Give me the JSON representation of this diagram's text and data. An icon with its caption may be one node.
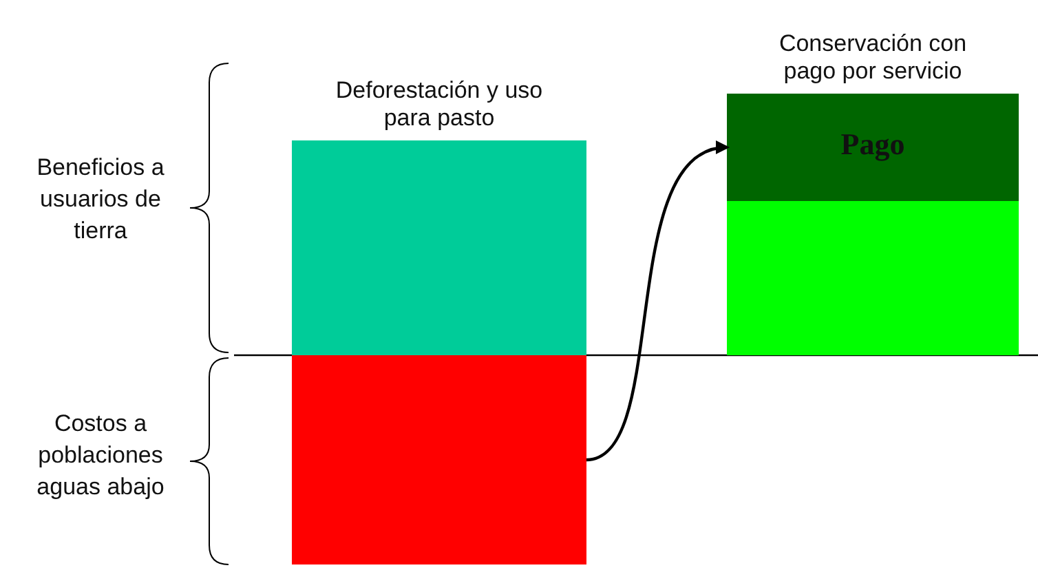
{
  "diagram": {
    "nodes": [
      {
        "text": [
          "Deforestación y uso para pasto"
        ]
      },
      {
        "text": [],
        "shape": "box"
      },
      {
        "text": [
          "Conservación con pago por servicio"
        ]
      },
      {
        "text": [
          "Pago"
        ],
        "in": 2
      }
    ],
    "edges": [
      {
        "from": 1,
        "to": 3,
        "arrow": "to"
      }
    ],
    "labels": [
      "Beneficios a usuarios de tierra",
      "Costos a poblaciones aguas abajo"
    ]
  }
}
